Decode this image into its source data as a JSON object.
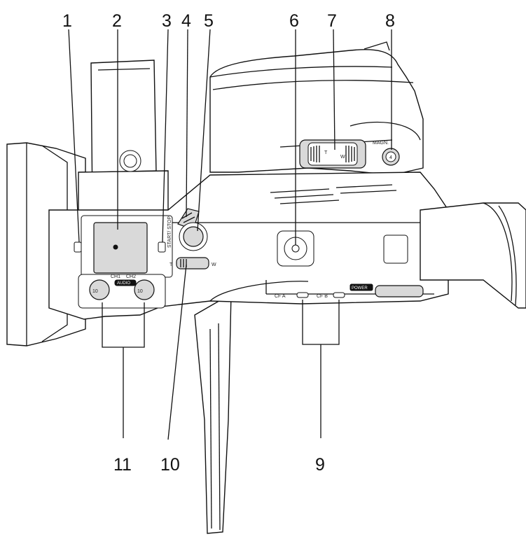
{
  "callouts": {
    "n1": "1",
    "n2": "2",
    "n3": "3",
    "n4": "4",
    "n5": "5",
    "n6": "6",
    "n7": "7",
    "n8": "8",
    "n9": "9",
    "n10": "10",
    "n11": "11"
  },
  "camera_labels": {
    "start_stop": "START/ STOP",
    "magn": "MAGN.",
    "magn_button": "4",
    "zoom_t": "T",
    "zoom_w": "W",
    "power": "POWER",
    "cf_a": "CF A",
    "cf_b": "CF B",
    "ch1": "CH1",
    "ch2": "CH2",
    "audio": "AUDIO",
    "dial_value": "10"
  }
}
